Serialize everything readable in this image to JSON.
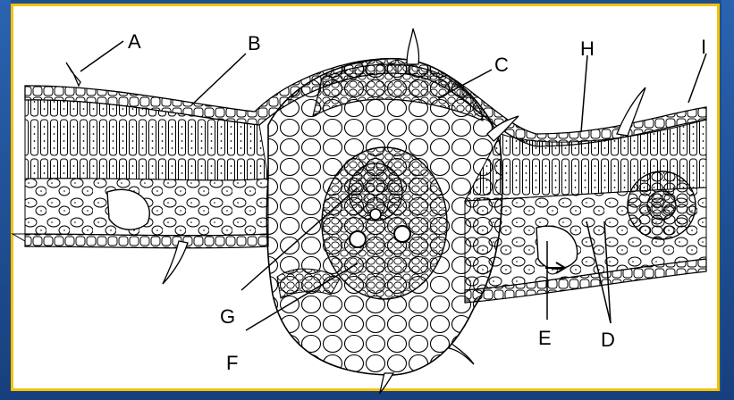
{
  "colors": {
    "background": "#1e4f94",
    "border": "#f2c200",
    "paper": "#ffffff",
    "ink": "#000000"
  },
  "labels": {
    "A": "A",
    "B": "B",
    "C": "C",
    "D": "D",
    "E": "E",
    "F": "F",
    "G": "G",
    "H": "H",
    "I": "I"
  }
}
